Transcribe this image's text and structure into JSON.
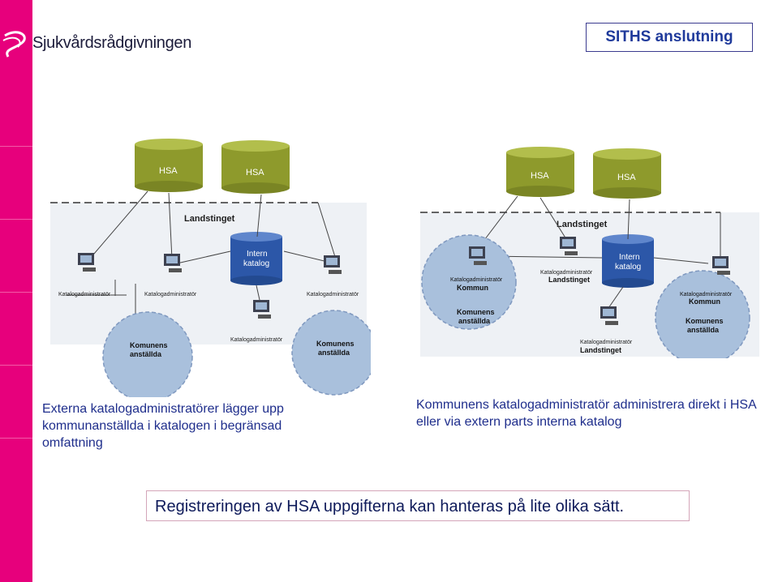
{
  "slide": {
    "title": "SITHS anslutning",
    "brand": "Sjukvårdsrådgivningen",
    "summary": "Registreringen av HSA uppgifterna kan hanteras på lite olika sätt.",
    "colors": {
      "accent": "#e7007c",
      "title_text": "#1f3a9b",
      "caption_text": "#1f2e8c",
      "hsa_db": "#8e9a2c",
      "intern_db": "#2c57a8",
      "circle": "#a9c0dc",
      "landsting_bg": "#eef1f5"
    }
  },
  "diagram_left": {
    "hsa_labels": [
      "HSA",
      "HSA"
    ],
    "landsting_label": "Landstinget",
    "intern_label": [
      "Intern",
      "katalog"
    ],
    "admin_labels": [
      "Katalogadministratör",
      "Katalogadministratör",
      "Katalogadministratör",
      "Katalogadministratör"
    ],
    "circles": [
      [
        "Komunens",
        "anställda"
      ],
      [
        "Komunens",
        "anställda"
      ]
    ],
    "caption": "Externa katalogadministratörer lägger upp kommunanställda i katalogen i begränsad omfattning"
  },
  "diagram_right": {
    "hsa_labels": [
      "HSA",
      "HSA"
    ],
    "landsting_label": "Landstinget",
    "intern_label": [
      "Intern",
      "katalog"
    ],
    "admin_landsting": [
      "Katalogadministratör",
      "Landstinget"
    ],
    "admin_landsting_bottom": [
      "Katalogadministratör",
      "Landstinget"
    ],
    "circles": [
      {
        "admin": "Katalogadministratör",
        "org": "Kommun",
        "people": [
          "Komunens",
          "anställda"
        ]
      },
      {
        "admin": "Katalogadministratör",
        "org": "Kommun",
        "people": [
          "Komunens",
          "anställda"
        ]
      }
    ],
    "caption": "Kommunens katalogadministratör administrera direkt i HSA eller via extern parts interna katalog"
  }
}
